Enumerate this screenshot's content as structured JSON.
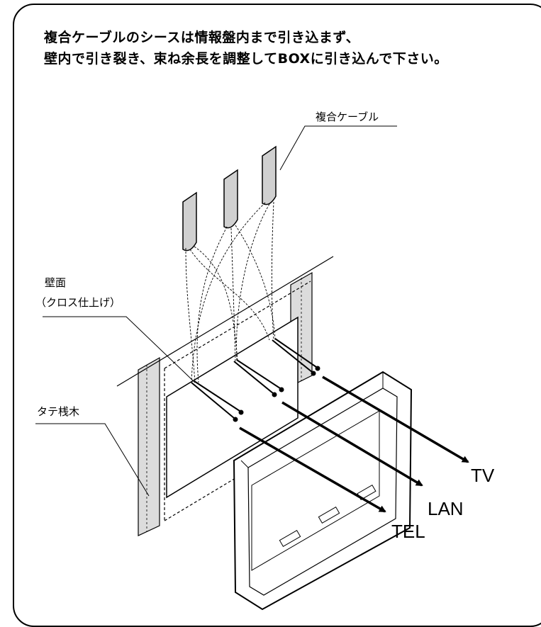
{
  "instructions": {
    "line1": "複合ケーブルのシースは情報盤内まで引き込まず、",
    "line2": "壁内で引き裂き、束ね余長を調整してBOXに引き込んで下さい。"
  },
  "callouts": {
    "composite_cable": "複合ケーブル",
    "wall_line1": "壁面",
    "wall_line2": "（クロス仕上げ）",
    "stud": "タテ桟木"
  },
  "outputs": {
    "tv": "TV",
    "lan": "LAN",
    "tel": "TEL"
  }
}
